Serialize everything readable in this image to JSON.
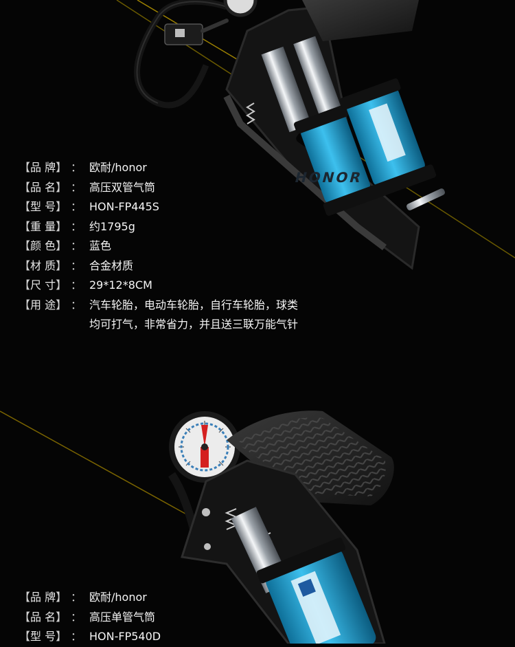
{
  "colors": {
    "background": "#050505",
    "accent_line": "#e0b800",
    "pump_blue": "#23a6d8",
    "text": "#f2f2f2"
  },
  "watermark": "HONOR",
  "product1": {
    "specs": [
      {
        "label": "品 牌",
        "value": "欧耐/honor"
      },
      {
        "label": "品 名",
        "value": "高压双管气筒"
      },
      {
        "label": "型 号",
        "value": "HON-FP445S"
      },
      {
        "label": "重 量",
        "value": "约1795g"
      },
      {
        "label": "颜 色",
        "value": "蓝色"
      },
      {
        "label": "材 质",
        "value": "合金材质"
      },
      {
        "label": "尺 寸",
        "value": "29*12*8CM"
      },
      {
        "label": "用 途",
        "value": "汽车轮胎，电动车轮胎，自行车轮胎，球类"
      }
    ],
    "usage_cont": "均可打气，非常省力，并且送三联万能气针"
  },
  "product2": {
    "specs": [
      {
        "label": "品 牌",
        "value": "欧耐/honor"
      },
      {
        "label": "品 名",
        "value": "高压单管气筒"
      },
      {
        "label": "型 号",
        "value": "HON-FP540D"
      }
    ]
  }
}
